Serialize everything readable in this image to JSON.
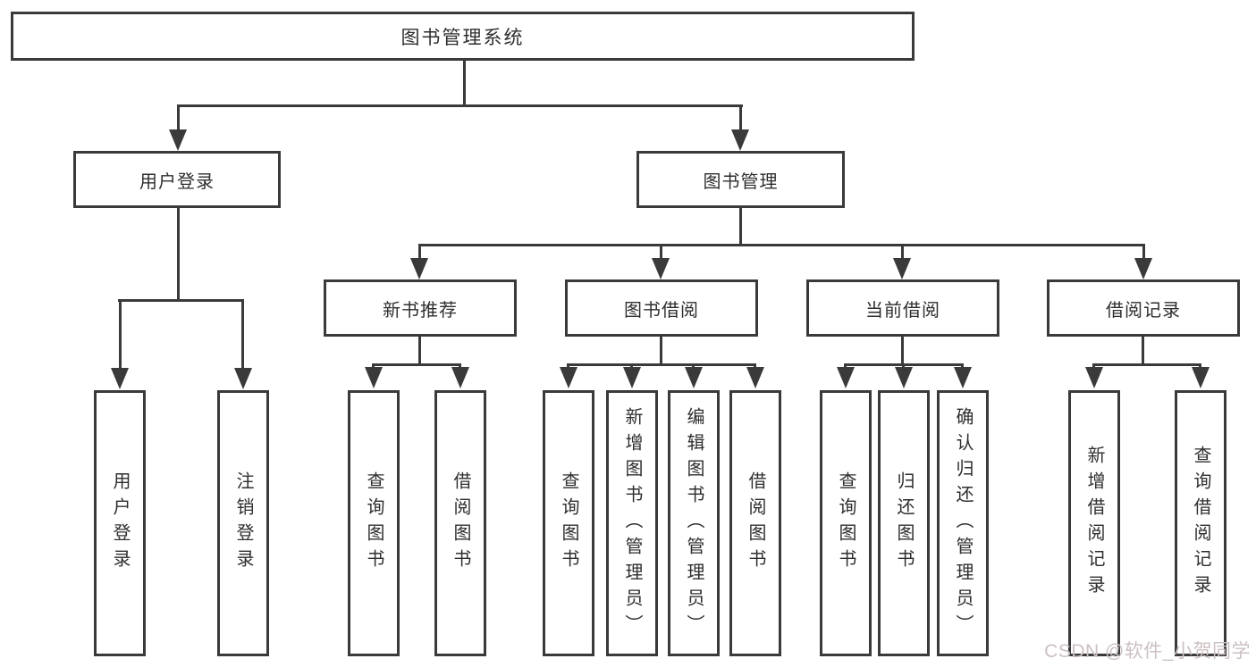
{
  "diagram": {
    "title": "图书管理系统",
    "user_login": {
      "label": "用户登录",
      "children": [
        {
          "label": "用户登录"
        },
        {
          "label": "注销登录"
        }
      ]
    },
    "book_management": {
      "label": "图书管理",
      "groups": [
        {
          "label": "新书推荐",
          "children": [
            {
              "label": "查询图书"
            },
            {
              "label": "借阅图书"
            }
          ]
        },
        {
          "label": "图书借阅",
          "children": [
            {
              "label": "查询图书"
            },
            {
              "label": "新增图书（管理员）"
            },
            {
              "label": "编辑图书（管理员）"
            },
            {
              "label": "借阅图书"
            }
          ]
        },
        {
          "label": "当前借阅",
          "children": [
            {
              "label": "查询图书"
            },
            {
              "label": "归还图书"
            },
            {
              "label": "确认归还（管理员）"
            }
          ]
        },
        {
          "label": "借阅记录",
          "children": [
            {
              "label": "新增借阅记录"
            },
            {
              "label": "查询借阅记录"
            }
          ]
        }
      ]
    }
  },
  "watermark": "CSDN @软件_小贺同学",
  "colors": {
    "line": "#3a3a3a",
    "text": "#2e2e2e",
    "watermark": "#ccc0c1",
    "bg": "#ffffff"
  }
}
